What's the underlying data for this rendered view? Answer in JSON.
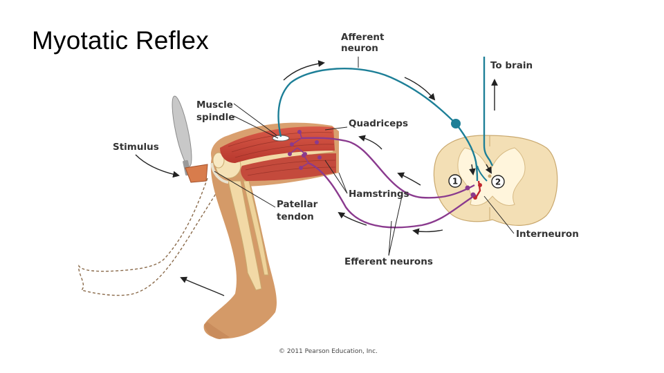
{
  "slide": {
    "title": "Myotatic Reflex"
  },
  "labels": {
    "afferent_line1": "Afferent",
    "afferent_line2": "neuron",
    "to_brain": "To brain",
    "muscle_line1": "Muscle",
    "muscle_line2": "spindle",
    "quadriceps": "Quadriceps",
    "stimulus": "Stimulus",
    "hamstrings": "Hamstrings",
    "patellar_line1": "Patellar",
    "patellar_line2": "tendon",
    "interneuron": "Interneuron",
    "efferent": "Efferent neurons",
    "marker1": "1",
    "marker2": "2"
  },
  "copyright": "© 2011 Pearson Education, Inc.",
  "colors": {
    "afferent": "#1d7f97",
    "efferent": "#8a3a8e",
    "interneuron": "#c0272d",
    "skin": "#d9a06f",
    "muscle": "#c9453a",
    "bone": "#f2d9a6",
    "spinal_cord": "#f3dfb5"
  }
}
